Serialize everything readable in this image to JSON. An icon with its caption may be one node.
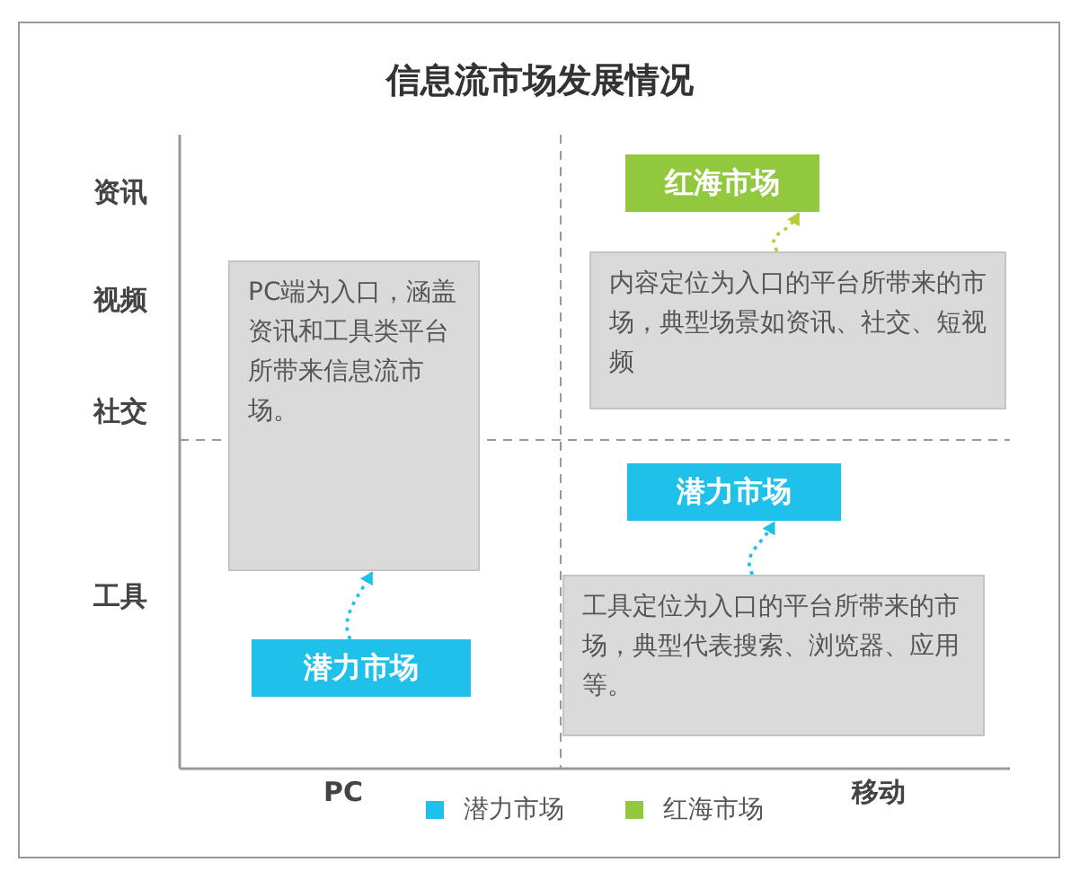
{
  "diagram": {
    "title": "信息流市场发展情况",
    "nodes": [
      {
        "text": [
          "PC端为入口，涵盖资讯和工具类平台所带来信息流市场。"
        ]
      },
      {
        "text": [
          "潜力市场"
        ]
      },
      {
        "text": [
          "红海市场"
        ]
      },
      {
        "text": [
          "内容定位为入口的平台所带来的市场，典型场景如资讯、社交、短视频"
        ]
      },
      {
        "text": [
          "潜力市场"
        ]
      },
      {
        "text": [
          "工具定位为入口的平台所带来的市场，典型代表搜索、浏览器、应用等。"
        ]
      }
    ],
    "edges": [
      {
        "from": 1,
        "to": 0,
        "arrow": "to",
        "style": "dashed",
        "color": "#1fc0ea"
      },
      {
        "from": 3,
        "to": 2,
        "arrow": "to",
        "style": "dashed",
        "color": "#b5cc3c"
      },
      {
        "from": 5,
        "to": 4,
        "arrow": "to",
        "style": "dashed",
        "color": "#1fc0ea"
      }
    ],
    "labels": [
      "资讯",
      "视频",
      "社交",
      "工具",
      "PC",
      "移动"
    ],
    "legend": [
      {
        "text": "潜力市场",
        "color": "#1fc0ea"
      },
      {
        "text": "红海市场",
        "color": "#92c83e"
      }
    ]
  }
}
